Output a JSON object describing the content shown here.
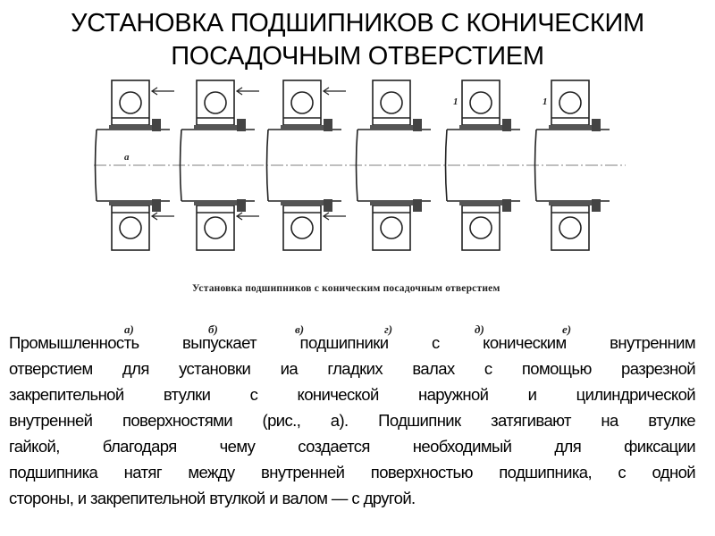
{
  "slide": {
    "title_lines": [
      "УСТАНОВКА ПОДШИПНИКОВ С КОНИЧЕСКИМ",
      "ПОСАДОЧНЫМ ОТВЕРСТИЕМ"
    ],
    "figure": {
      "panel_labels": [
        "а)",
        "б)",
        "в)",
        "г)",
        "д)",
        "е)"
      ],
      "shaft_mark": "a",
      "part_mark": "1",
      "caption": "Установка подшипников с коническим посадочным отверстием"
    },
    "paragraph_lines": [
      "Промышленность выпускает подшипники с коническим внутренним",
      "отверстием для установки иа гладких валах с помощью разрезной",
      "закрепительной втулки с конической наружной и цилиндрической",
      "внутренней поверхностями (рис., а). Подшипник затягивают на втулке",
      "гайкой, благодаря чему создается необходимый для фиксации",
      "подшипника натяг между внутренней поверхностью подшипника, с одной",
      "стороны, и закрепительной втулкой и валом — с другой."
    ]
  }
}
